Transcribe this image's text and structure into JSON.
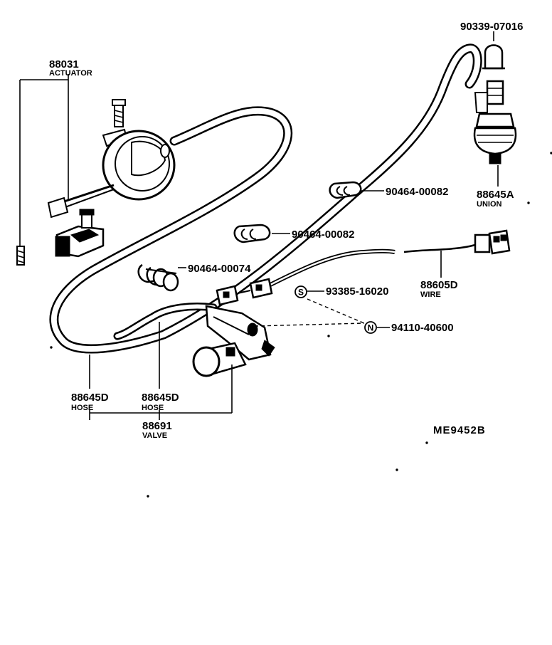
{
  "drawing_code": "ME9452B",
  "parts": {
    "actuator": {
      "number": "88031",
      "name": "ACTUATOR"
    },
    "bulb": {
      "number": "90339-07016"
    },
    "union": {
      "number": "88645A",
      "name": "UNION"
    },
    "clip_upper": {
      "number": "90464-00082"
    },
    "clip_middle": {
      "number": "90464-00082"
    },
    "clip_lower": {
      "number": "90464-00074"
    },
    "wire": {
      "number": "88605D",
      "name": "WIRE"
    },
    "screw": {
      "number": "93385-16020",
      "symbol": "S"
    },
    "nut": {
      "number": "94110-40600",
      "symbol": "N"
    },
    "hose_outer": {
      "number": "88645D",
      "name": "HOSE"
    },
    "hose_inner": {
      "number": "88645D",
      "name": "HOSE"
    },
    "valve": {
      "number": "88691",
      "name": "VALVE"
    }
  }
}
